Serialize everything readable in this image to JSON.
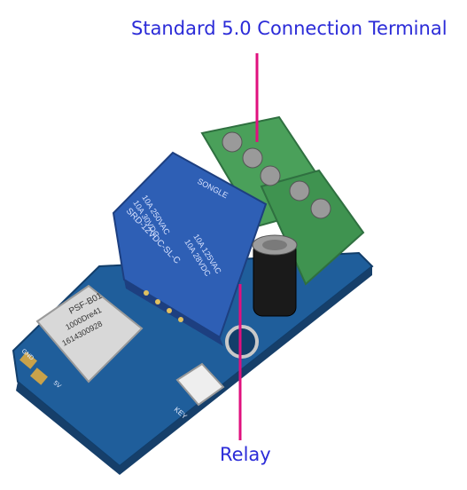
{
  "annotations": {
    "terminal_label": "Standard 5.0 Connection Terminal",
    "relay_label": "Relay"
  },
  "relay_markings": {
    "brand": "SONGLE",
    "rating_ac_1": "10A 250VAC",
    "rating_dc_1": "10A 30VDC",
    "rating_ac_2": "10A 125VAC",
    "rating_dc_2": "10A 28VDC",
    "model": "SRD-12VDC-SL-C"
  },
  "module_markings": {
    "model": "PSF-B01",
    "line2": "1000Dre41",
    "line3": "1614300928"
  },
  "board_labels": {
    "gnd": "GND",
    "vcc": "5V",
    "key": "KEY"
  },
  "colors": {
    "board": "#1f5e9b",
    "relay": "#2e5fb5",
    "terminal": "#4aa05a",
    "leader_line": "#e0107e",
    "callout_text": "#2b2bd8"
  }
}
